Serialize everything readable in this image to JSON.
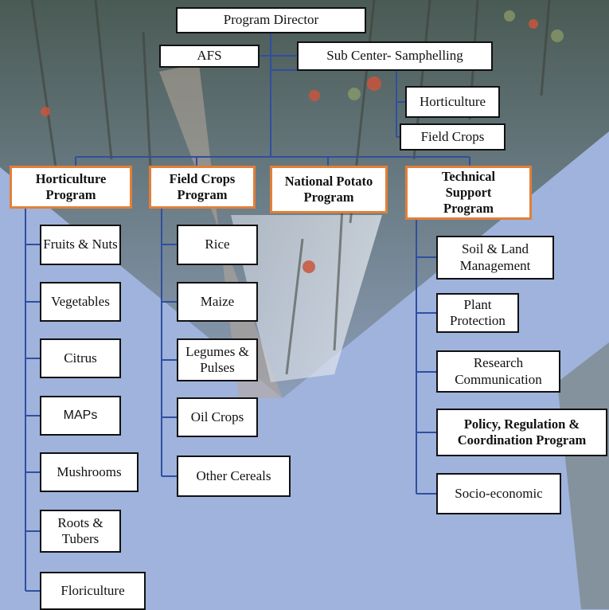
{
  "top": {
    "program_director": "Program Director",
    "afs": "AFS",
    "sub_center": "Sub Center- Samphelling",
    "horticulture": "Horticulture",
    "field_crops": "Field Crops"
  },
  "programs": {
    "horticulture": {
      "title": "Horticulture Program",
      "items": [
        "Fruits & Nuts",
        "Vegetables",
        "Citrus",
        "MAPs",
        "Mushrooms",
        "Roots & Tubers",
        "Floriculture"
      ]
    },
    "field_crops": {
      "title": "Field Crops Program",
      "items": [
        "Rice",
        "Maize",
        "Legumes & Pulses",
        "Oil Crops",
        "Other Cereals"
      ]
    },
    "national_potato": {
      "title": "National Potato Program"
    },
    "technical_support": {
      "title": "Technical Support Program",
      "items": [
        "Soil & Land Management",
        "Plant Protection",
        "Research Communication",
        "Policy, Regulation & Coordination Program",
        "Socio-economic"
      ]
    }
  },
  "colors": {
    "background": "#9fb3dc",
    "photo_dark": "#3c4a5e",
    "photo_mid": "#6f8091",
    "connector": "#2f4f9f",
    "program_border": "#e0803a"
  }
}
